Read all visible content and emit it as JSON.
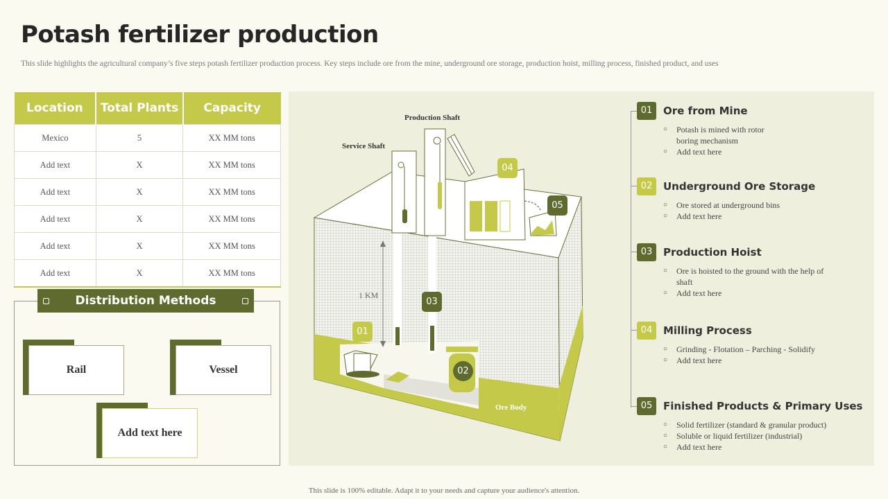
{
  "title": "Potash fertilizer production",
  "subtitle": "This slide highlights the agricultural  company’s five  steps potash fertilizer production process. Key steps include ore from  the mine,  underground ore storage, production hoist, milling  process, finished product, and uses",
  "table": {
    "headers": [
      "Location",
      "Total Plants",
      "Capacity"
    ],
    "rows": [
      [
        "Mexico",
        "5",
        "XX  MM tons"
      ],
      [
        "Add text",
        "X",
        "XX  MM tons"
      ],
      [
        "Add text",
        "X",
        "XX  MM tons"
      ],
      [
        "Add text",
        "X",
        "XX  MM tons"
      ],
      [
        "Add text",
        "X",
        "XX  MM tons"
      ],
      [
        "Add text",
        "X",
        "XX  MM tons"
      ]
    ]
  },
  "distribution": {
    "title": "Distribution Methods",
    "methods": [
      "Rail",
      "Vessel",
      "Add  text here"
    ]
  },
  "diagram": {
    "production_shaft": "Production Shaft",
    "service_shaft": "Service Shaft",
    "depth": "1 KM",
    "ore_body": "Ore Body",
    "badges": [
      "01",
      "02",
      "03",
      "04",
      "05"
    ]
  },
  "steps": [
    {
      "num": "01",
      "title": "Ore from Mine",
      "bullets": [
        "Potash is mined with rotor boring mechanism",
        "Add text here"
      ]
    },
    {
      "num": "02",
      "title": "Underground Ore Storage",
      "bullets": [
        "Ore stored at underground bins",
        "Add text here"
      ]
    },
    {
      "num": "03",
      "title": "Production Hoist",
      "bullets": [
        "Ore is hoisted to the ground with the help of shaft",
        "Add text here"
      ]
    },
    {
      "num": "04",
      "title": "Milling Process",
      "bullets": [
        "Grinding - Flotation – Parching - Solidify",
        "Add text here"
      ]
    },
    {
      "num": "05",
      "title": "Finished Products & Primary Uses",
      "bullets": [
        "Solid fertilizer  (standard & granular product)",
        "Soluble or liquid fertilizer  (industrial)",
        "Add text here"
      ]
    }
  ],
  "footer": "This slide is 100% editable.  Adapt it to your needs and capture your audience's  attention.",
  "colors": {
    "lime": "#c5c94a",
    "olive": "#5e6a2e",
    "panel": "#eef0dd",
    "background": "#fafaf0"
  }
}
